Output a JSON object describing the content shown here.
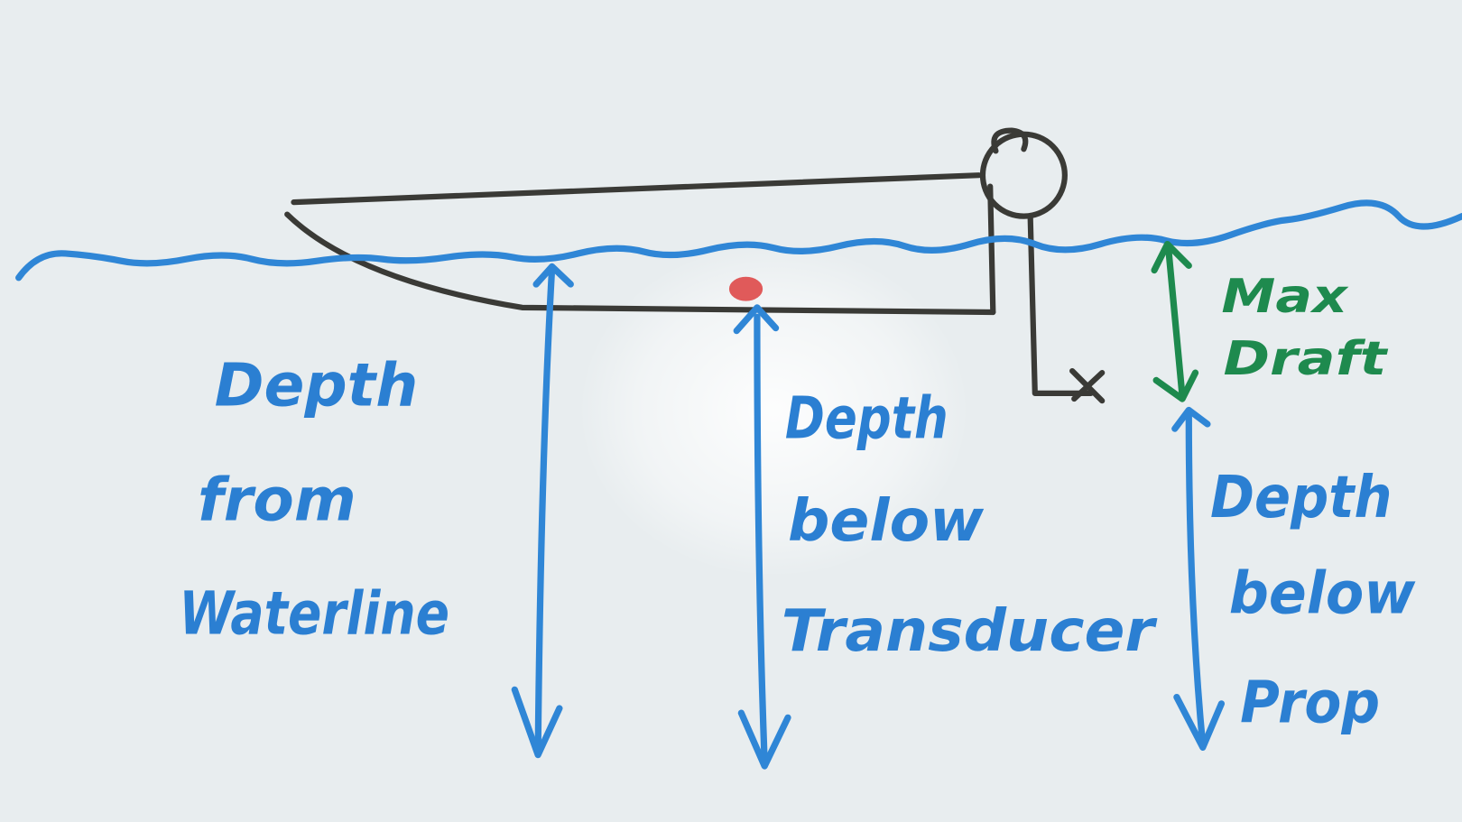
{
  "colors": {
    "board": "#e8edef",
    "water_ink": "#2f86d6",
    "label_ink": "#2b7fd2",
    "draft_ink": "#1e8a4e",
    "boat_ink": "#3a3a36",
    "transducer": "#e05a5a"
  },
  "labels": {
    "waterline": [
      "Depth",
      "from",
      "Waterline"
    ],
    "transducer": [
      "Depth",
      "below",
      "Transducer"
    ],
    "draft": [
      "Max",
      "Draft"
    ],
    "prop": [
      "Depth",
      "below",
      "Prop"
    ]
  }
}
